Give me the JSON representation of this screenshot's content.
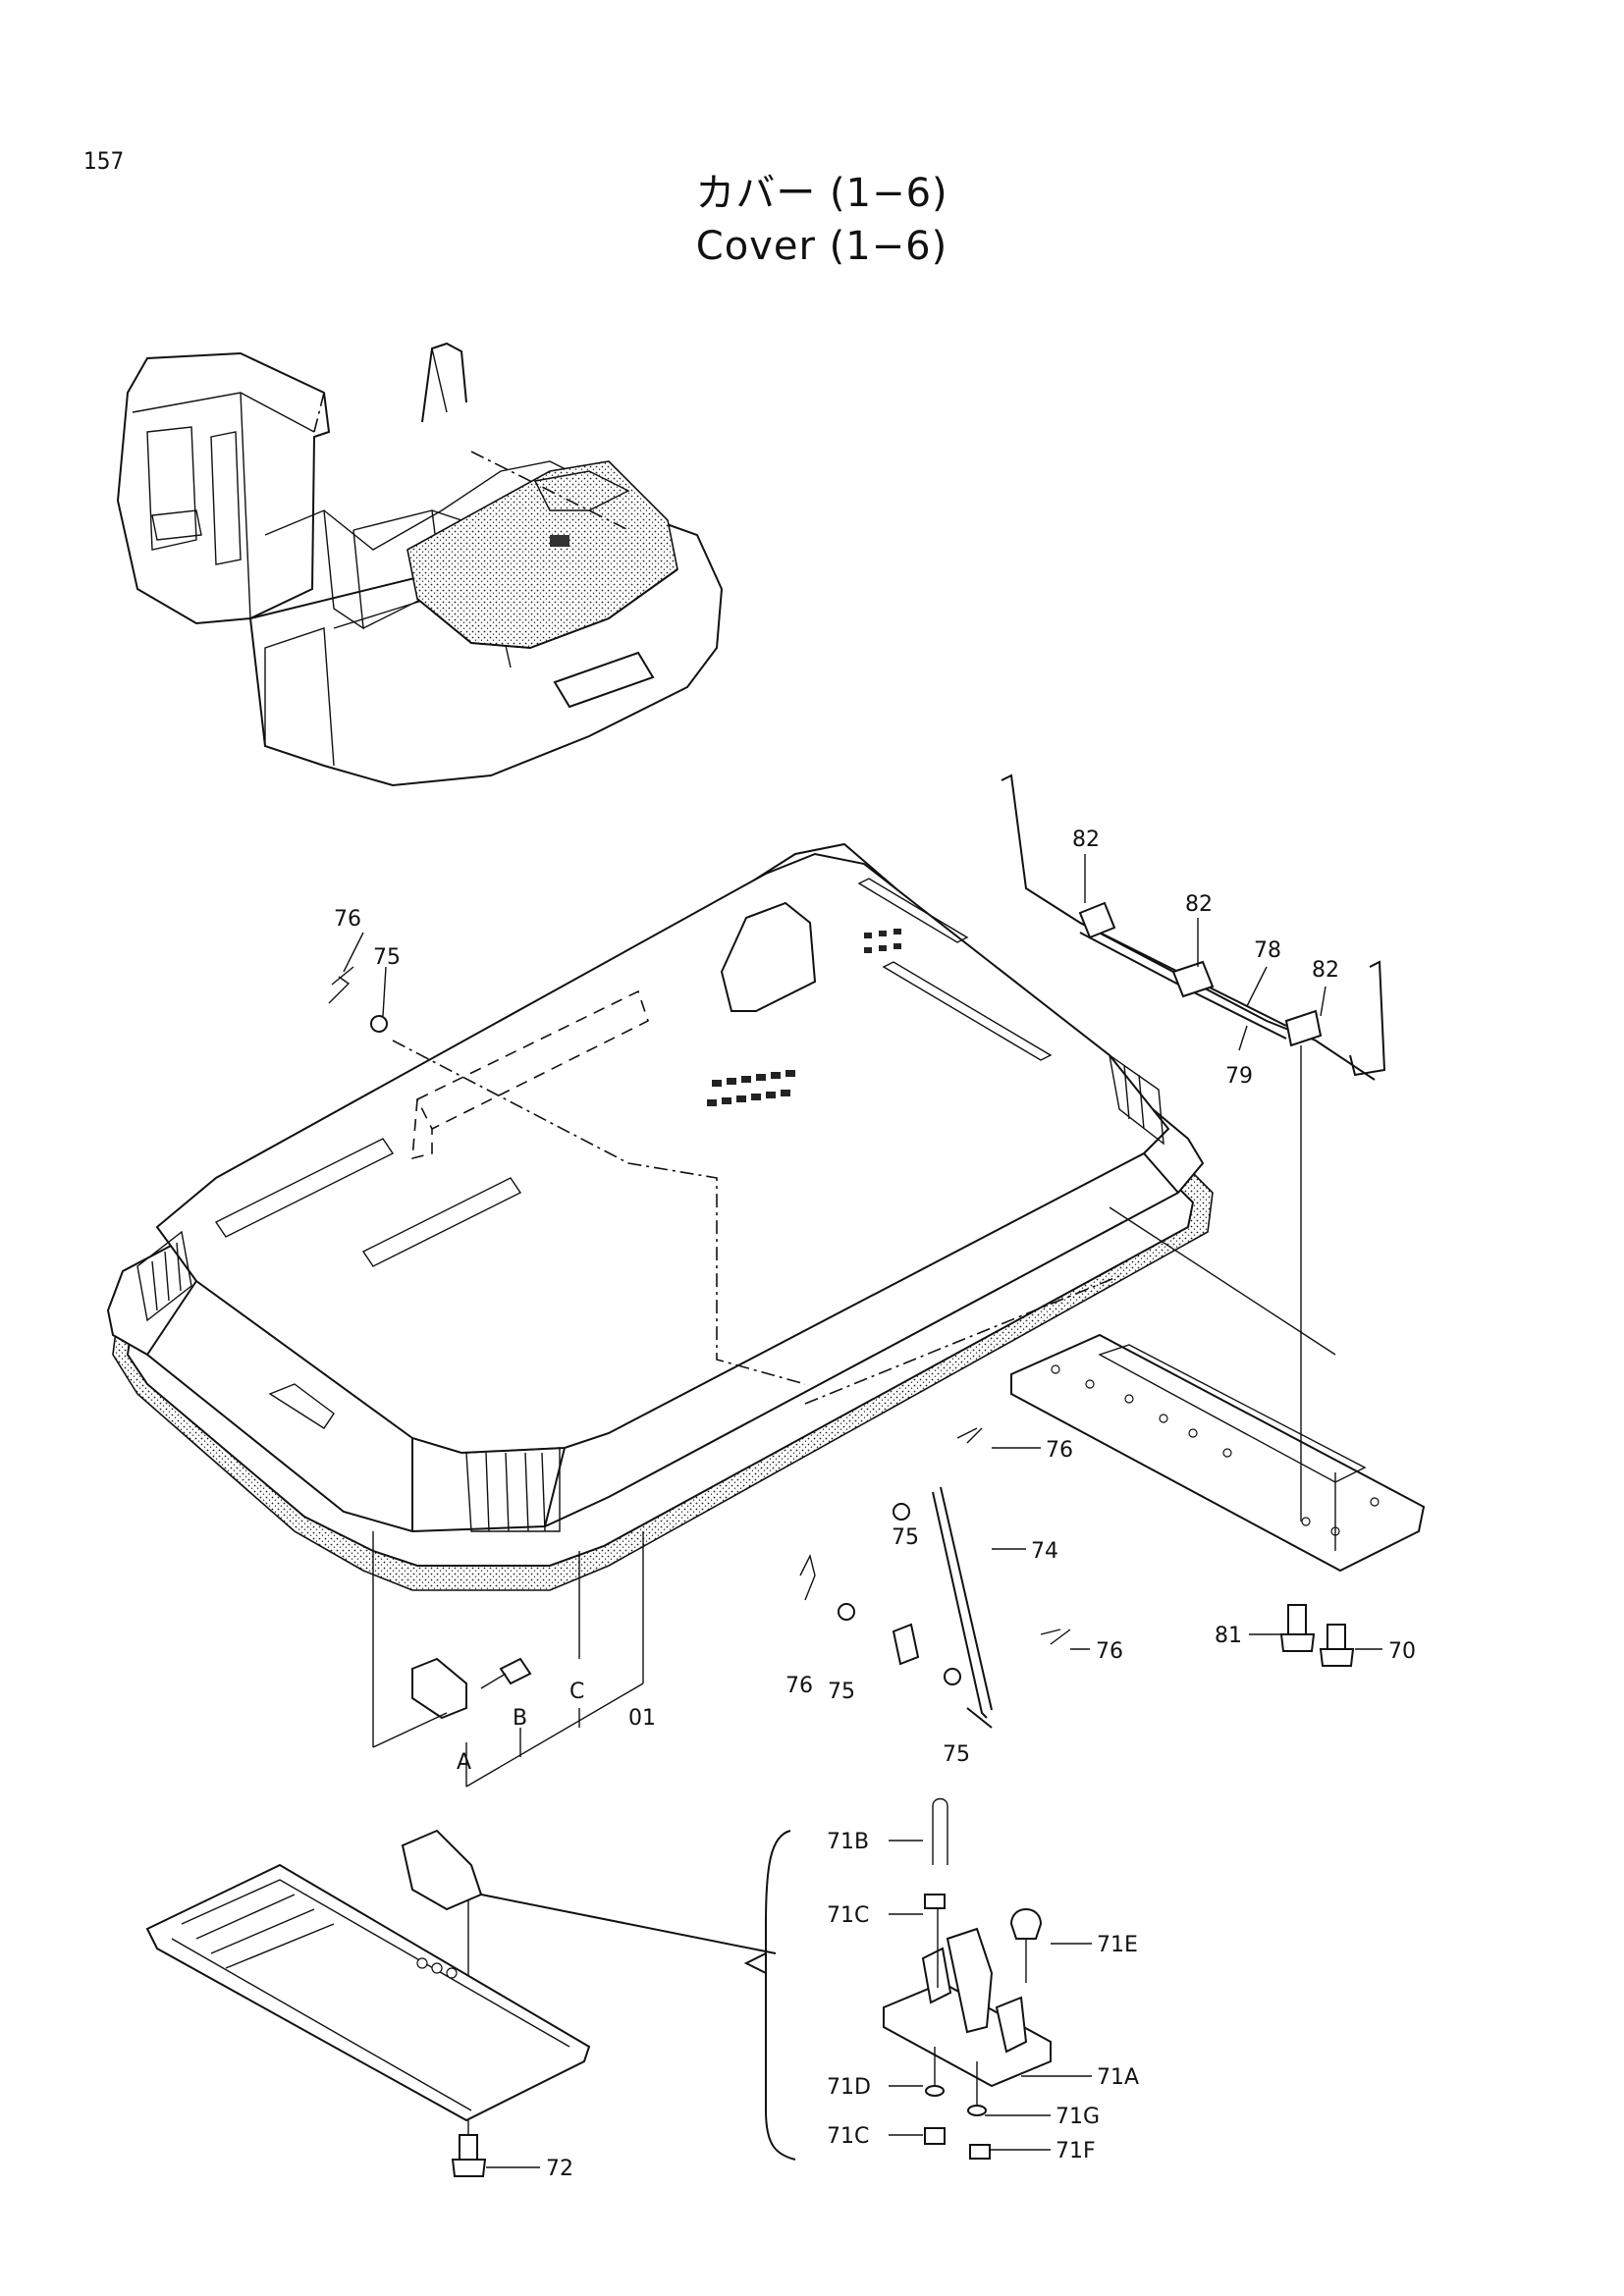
{
  "page": {
    "number": "157"
  },
  "title": {
    "japanese": "カバー (1−6)",
    "english": "Cover (1−6)"
  },
  "callouts": {
    "c82a": "82",
    "c82b": "82",
    "c82c": "82",
    "c78": "78",
    "c79": "79",
    "c76a": "76",
    "c75a": "75",
    "c76b": "76",
    "c75b": "75",
    "c74": "74",
    "c76c": "76",
    "c75c": "75",
    "c75d": "75",
    "c76d": "76",
    "c81": "81",
    "c70": "70",
    "cA": "A",
    "cB": "B",
    "cC": "C",
    "c01": "01",
    "c71B": "71B",
    "c71C1": "71C",
    "c71E": "71E",
    "c71A": "71A",
    "c71D": "71D",
    "c71G": "71G",
    "c71C2": "71C",
    "c71F": "71F",
    "c72": "72"
  }
}
